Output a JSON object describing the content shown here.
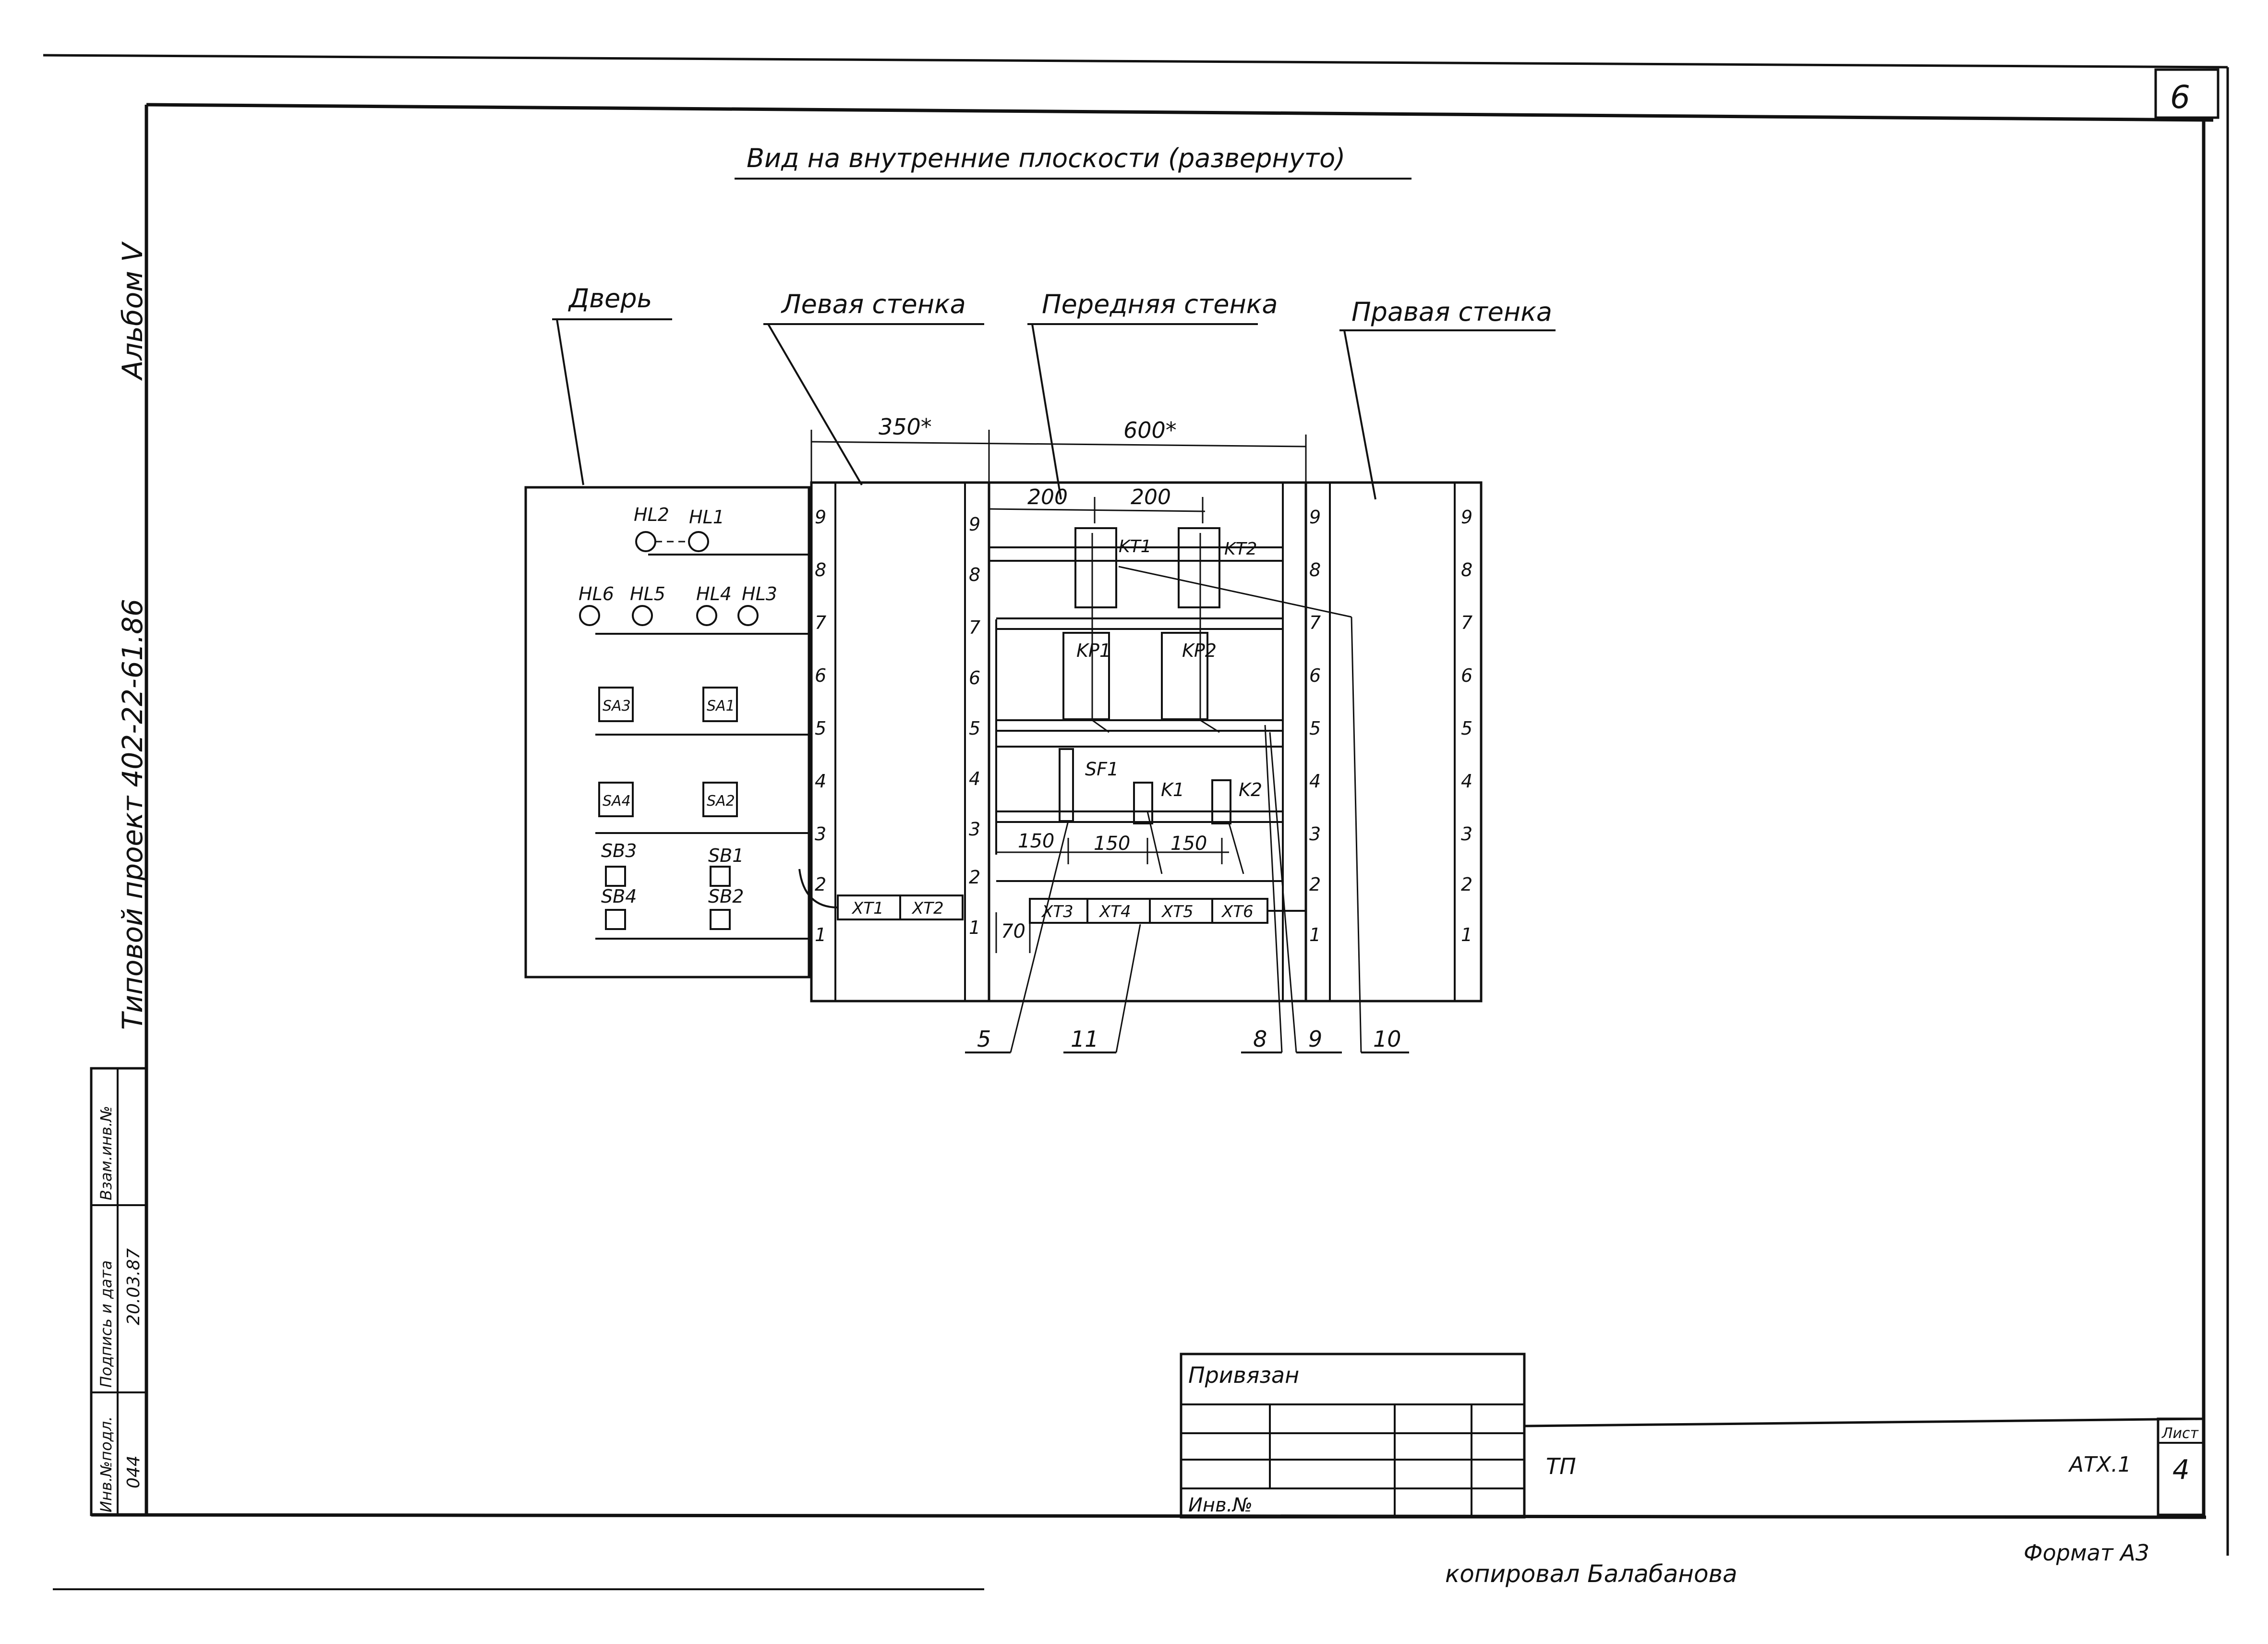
{
  "sheet": {
    "corner_number": "6",
    "title": "Вид на внутренние плоскости (развернуто)",
    "side_project": "Типовой проект 402-22-61.86",
    "side_album": "Альбом V",
    "copied_by": "копировал Балабанова",
    "format": "Формат А3"
  },
  "views": {
    "door": "Дверь",
    "left_wall": "Левая стенка",
    "front_wall": "Передняя стенка",
    "right_wall": "Правая стенка"
  },
  "dimensions": {
    "left_width": "350*",
    "front_width": "600*",
    "top_a": "200",
    "top_b": "200",
    "low_a": "150",
    "low_b": "150",
    "low_c": "150",
    "offset": "70"
  },
  "scale_marks": [
    "9",
    "8",
    "7",
    "6",
    "5",
    "4",
    "3",
    "2",
    "1"
  ],
  "door_devices": {
    "lamps_top": [
      "HL2",
      "HL1"
    ],
    "lamps_row": [
      "HL6",
      "HL5",
      "HL4",
      "HL3"
    ],
    "switches": [
      "SA3",
      "SA1",
      "SA4",
      "SA2"
    ],
    "buttons": [
      "SB3",
      "SB1",
      "SB4",
      "SB2"
    ]
  },
  "front_devices": {
    "kt1": "KT1",
    "kt2": "KT2",
    "kp1": "KP1",
    "kp2": "KP2",
    "sf1": "SF1",
    "k1": "K1",
    "k2": "K2"
  },
  "terminals": {
    "left": [
      "XT1",
      "XT2"
    ],
    "front": [
      "XT3",
      "XT4",
      "XT5",
      "XT6"
    ]
  },
  "callouts": [
    "5",
    "11",
    "8",
    "9",
    "10"
  ],
  "stamp": {
    "privyazan": "Привязан",
    "inv_no": "Инв.№",
    "code": "ТП",
    "sheet_code": "АТХ.1",
    "sheet_label": "Лист",
    "sheet_no": "4"
  },
  "side_block": {
    "headers": [
      "Инв.№подл.",
      "Подпись и дата",
      "Взам.инв.№"
    ],
    "inv_value": "044",
    "date_value": "20.03.87"
  }
}
